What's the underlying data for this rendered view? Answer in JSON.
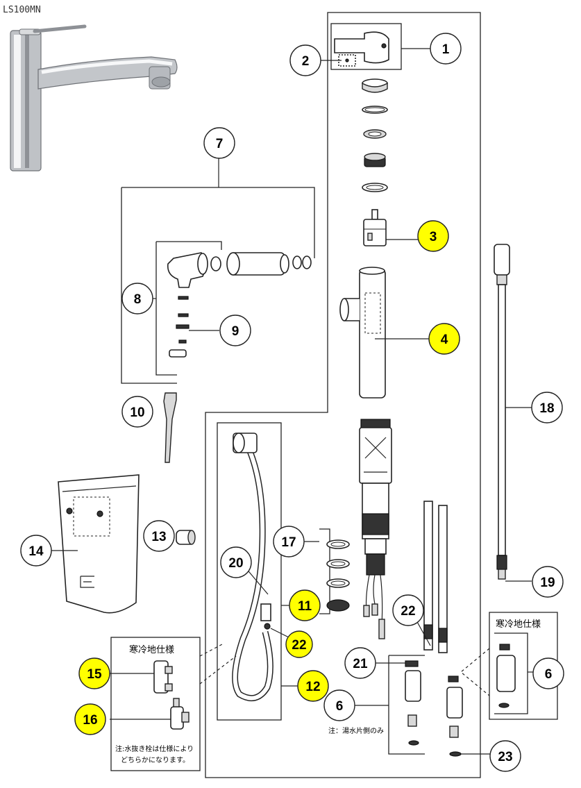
{
  "model_code": "LS100MN",
  "cold_region_label_left": "寒冷地仕様",
  "cold_region_label_right": "寒冷地仕様",
  "note_drain_valve_line1": "注:水抜き栓は仕様により",
  "note_drain_valve_line2": "どちらかになります。",
  "note_hot_water_side": "注：湯水片側のみ",
  "callouts": [
    {
      "id": "c1",
      "label": "1",
      "highlight": false
    },
    {
      "id": "c2",
      "label": "2",
      "highlight": false
    },
    {
      "id": "c3",
      "label": "3",
      "highlight": true
    },
    {
      "id": "c4",
      "label": "4",
      "highlight": true
    },
    {
      "id": "c6a",
      "label": "6",
      "highlight": false
    },
    {
      "id": "c6b",
      "label": "6",
      "highlight": false
    },
    {
      "id": "c7",
      "label": "7",
      "highlight": false
    },
    {
      "id": "c8",
      "label": "8",
      "highlight": false
    },
    {
      "id": "c9",
      "label": "9",
      "highlight": false
    },
    {
      "id": "c10",
      "label": "10",
      "highlight": false
    },
    {
      "id": "c11",
      "label": "11",
      "highlight": true
    },
    {
      "id": "c12",
      "label": "12",
      "highlight": true
    },
    {
      "id": "c13",
      "label": "13",
      "highlight": false
    },
    {
      "id": "c14",
      "label": "14",
      "highlight": false
    },
    {
      "id": "c15",
      "label": "15",
      "highlight": true
    },
    {
      "id": "c16",
      "label": "16",
      "highlight": true
    },
    {
      "id": "c17",
      "label": "17",
      "highlight": false
    },
    {
      "id": "c18",
      "label": "18",
      "highlight": false
    },
    {
      "id": "c19",
      "label": "19",
      "highlight": false
    },
    {
      "id": "c20",
      "label": "20",
      "highlight": false
    },
    {
      "id": "c21",
      "label": "21",
      "highlight": false
    },
    {
      "id": "c22a",
      "label": "22",
      "highlight": false
    },
    {
      "id": "c22b",
      "label": "22",
      "highlight": false
    },
    {
      "id": "c23",
      "label": "23",
      "highlight": true
    }
  ],
  "colors": {
    "highlight_fill": "#ffff00",
    "normal_fill": "#ffffff",
    "line": "#222222"
  }
}
